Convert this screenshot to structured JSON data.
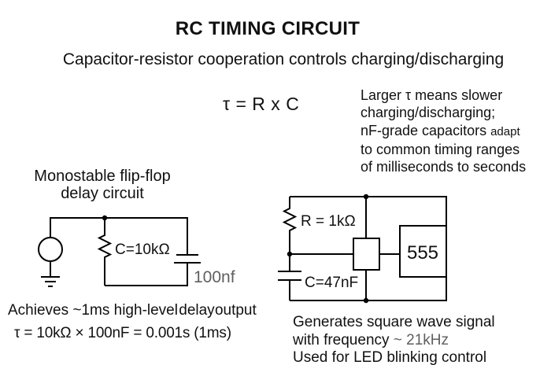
{
  "header": {
    "title": "RC TIMING CIRCUIT",
    "subtitle": "Capacitor-resistor cooperation controls charging/discharging"
  },
  "formula": {
    "text": "τ = R x C"
  },
  "tau_note": {
    "line1": "Larger τ means slower",
    "line2": "charging/discharging;",
    "line3_main": "nF-grade capacitors",
    "line3_small": "adapt",
    "line4": "to common timing ranges",
    "line5": "of milliseconds to seconds"
  },
  "monostable_circuit": {
    "caption_line1": "Monostable flip-flop",
    "caption_line2": "delay circuit",
    "resistor_label": "C=10kΩ",
    "capacitor_label": "100nf",
    "result_line1_part1": "Achieves ~1ms high-level",
    "result_line1_part2": "delay output",
    "result_line2": "τ = 10kΩ × 100nF = 0.001s (1ms)"
  },
  "astable_circuit": {
    "resistor_label": "R = 1kΩ",
    "capacitor_label": "C=47nF",
    "chip_label": "555",
    "result_line1": "Generates square wave signal",
    "result_line2_prefix": "with frequency ",
    "result_line2_value": "~ 21kHz",
    "result_line3": "Used for LED blinking control"
  },
  "colors": {
    "text": "#111111",
    "muted_text": "#5f5f5f",
    "line": "#000000",
    "background": "#ffffff"
  }
}
